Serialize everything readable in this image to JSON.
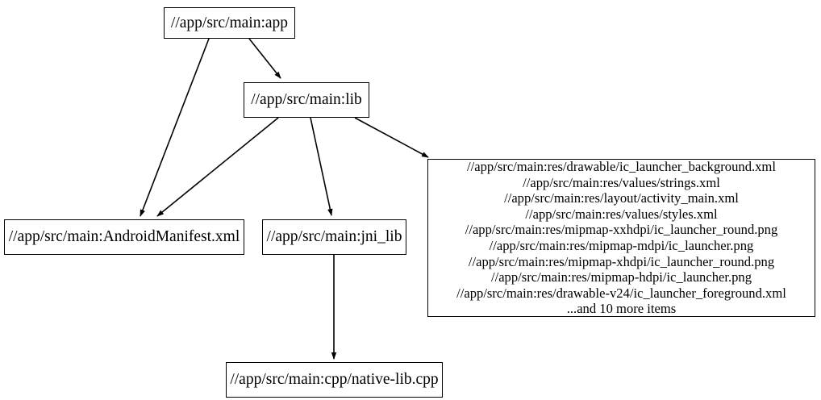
{
  "graph": {
    "type": "directed-dependency-graph",
    "background_color": "#ffffff",
    "line_color": "#000000",
    "text_color": "#000000",
    "nodes": [
      {
        "id": "app",
        "label": "//app/src/main:app"
      },
      {
        "id": "lib",
        "label": "//app/src/main:lib"
      },
      {
        "id": "manifest",
        "label": "//app/src/main:AndroidManifest.xml"
      },
      {
        "id": "jni_lib",
        "label": "//app/src/main:jni_lib"
      },
      {
        "id": "native_lib_cpp",
        "label": "//app/src/main:cpp/native-lib.cpp"
      },
      {
        "id": "res_aggregate",
        "label": "//app/src/main:res/drawable/ic_launcher_background.xml\n//app/src/main:res/values/strings.xml\n//app/src/main:res/layout/activity_main.xml\n//app/src/main:res/values/styles.xml\n//app/src/main:res/mipmap-xxhdpi/ic_launcher_round.png\n//app/src/main:res/mipmap-mdpi/ic_launcher.png\n//app/src/main:res/mipmap-xhdpi/ic_launcher_round.png\n//app/src/main:res/mipmap-hdpi/ic_launcher.png\n//app/src/main:res/drawable-v24/ic_launcher_foreground.xml\n...and 10 more items",
        "lines": [
          "//app/src/main:res/drawable/ic_launcher_background.xml",
          "//app/src/main:res/values/strings.xml",
          "//app/src/main:res/layout/activity_main.xml",
          "//app/src/main:res/values/styles.xml",
          "//app/src/main:res/mipmap-xxhdpi/ic_launcher_round.png",
          "//app/src/main:res/mipmap-mdpi/ic_launcher.png",
          "//app/src/main:res/mipmap-xhdpi/ic_launcher_round.png",
          "//app/src/main:res/mipmap-hdpi/ic_launcher.png",
          "//app/src/main:res/drawable-v24/ic_launcher_foreground.xml",
          "...and 10 more items"
        ],
        "overflow_note": "...and 10 more items"
      }
    ],
    "edges": [
      {
        "from": "app",
        "to": "manifest"
      },
      {
        "from": "app",
        "to": "lib"
      },
      {
        "from": "lib",
        "to": "manifest"
      },
      {
        "from": "lib",
        "to": "jni_lib"
      },
      {
        "from": "lib",
        "to": "res_aggregate"
      },
      {
        "from": "jni_lib",
        "to": "native_lib_cpp"
      }
    ]
  }
}
